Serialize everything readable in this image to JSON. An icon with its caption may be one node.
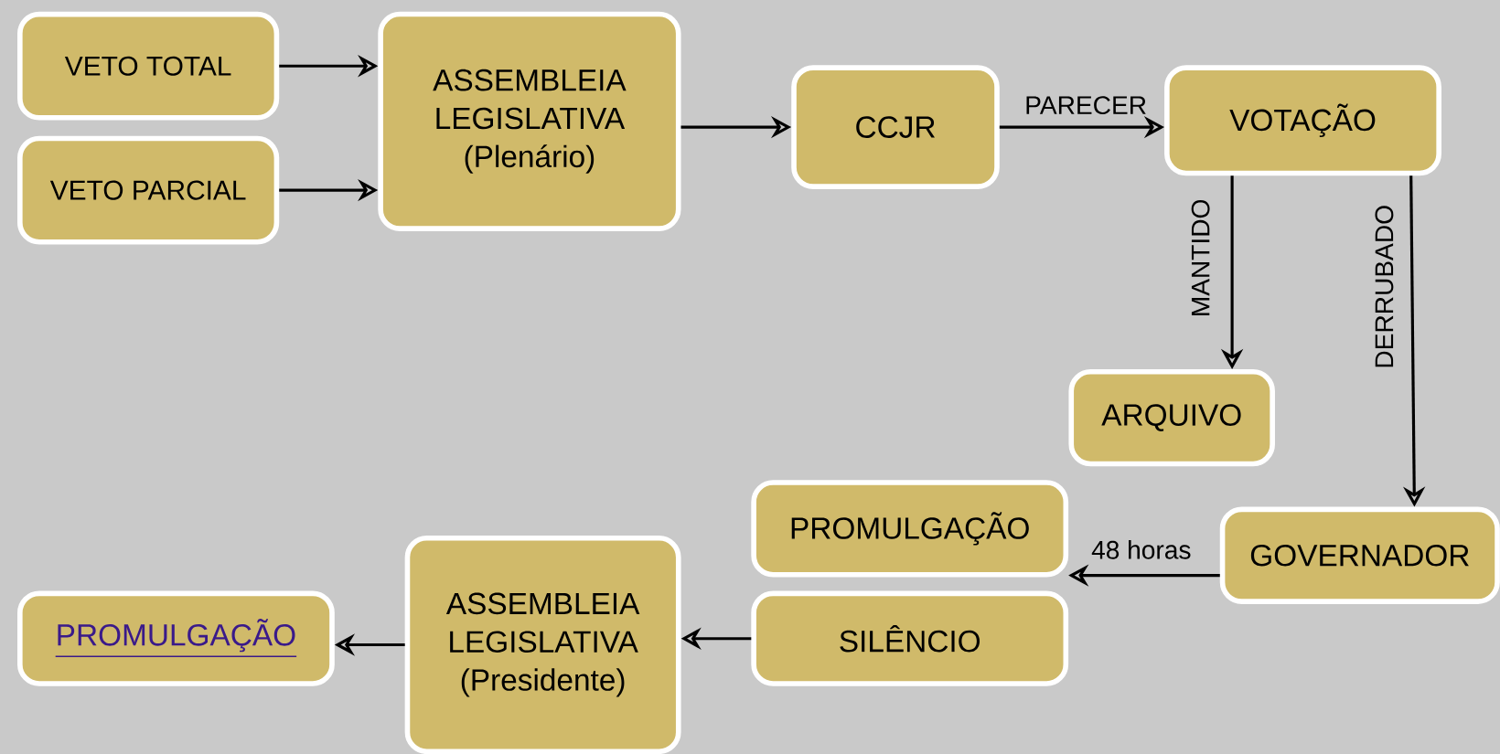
{
  "diagram": {
    "nodes": [
      {
        "text": [
          "VETO TOTAL"
        ]
      },
      {
        "text": [
          "VETO PARCIAL"
        ]
      },
      {
        "text": [
          "ASSEMBLEIA LEGISLATIVA (Plenário)"
        ]
      },
      {
        "text": [
          "CCJR"
        ]
      },
      {
        "text": [
          "VOTAÇÃO"
        ]
      },
      {
        "text": [
          "ARQUIVO"
        ]
      },
      {
        "text": [
          "GOVERNADOR"
        ]
      },
      {
        "text": [
          "PROMULGAÇÃO"
        ]
      },
      {
        "text": [
          "SILÊNCIO"
        ]
      },
      {
        "text": [
          "ASSEMBLEIA LEGISLATIVA (Presidente)"
        ]
      },
      {
        "text": [
          "PROMULGAÇÃO"
        ]
      }
    ],
    "edges": [
      {
        "from": 0,
        "to": 2,
        "arrow": "to"
      },
      {
        "from": 1,
        "to": 2,
        "arrow": "to"
      },
      {
        "from": 2,
        "to": 3,
        "arrow": "to"
      },
      {
        "from": 3,
        "to": 4,
        "arrow": "to",
        "label": "PARECER"
      },
      {
        "from": 4,
        "to": 5,
        "arrow": "to",
        "label": "MANTIDO"
      },
      {
        "from": 4,
        "to": 6,
        "arrow": "to",
        "label": "DERRUBADO"
      },
      {
        "from": 6,
        "to": 7,
        "arrow": "to",
        "label": "48 horas"
      },
      {
        "from": 8,
        "to": 9,
        "arrow": "to"
      },
      {
        "from": 9,
        "to": 10,
        "arrow": "to"
      }
    ]
  }
}
